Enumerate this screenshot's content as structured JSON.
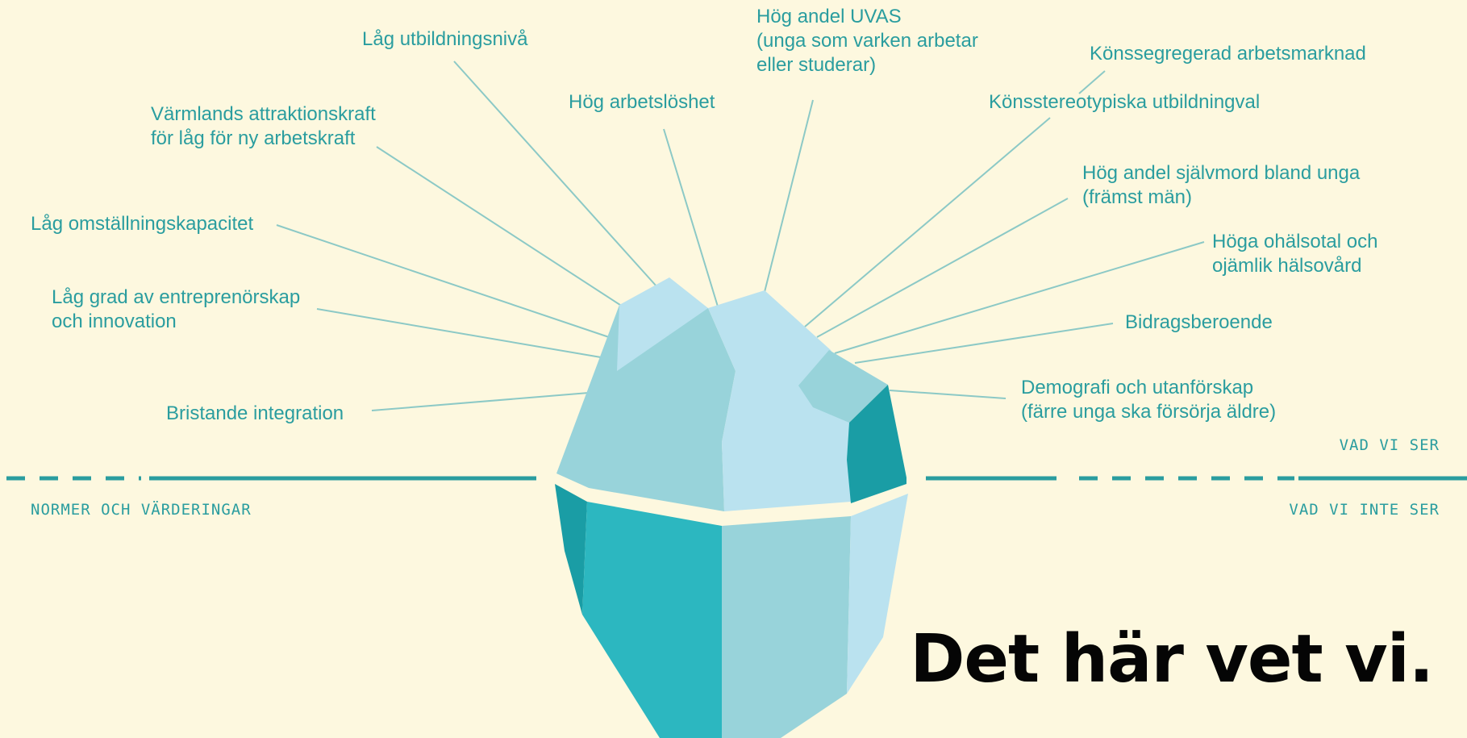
{
  "colors": {
    "background": "#fdf8df",
    "text": "#2a9d9f",
    "leader": "#8cc9c6",
    "waterline": "#2a9d9f",
    "ice_light": "#bae2ef",
    "ice_mid": "#98d3da",
    "ice_teal": "#2cb7c0",
    "ice_dark": "#1a9da5",
    "headline": "#050505"
  },
  "labels": {
    "lag_utbildningsniva": [
      "Låg utbildningsnivå"
    ],
    "hog_andel_uvas": [
      "Hög andel UVAS",
      "(unga som varken arbetar",
      "eller studerar)"
    ],
    "konssegregerad": [
      "Könssegregerad arbetsmarknad"
    ],
    "hog_arbetsloshet": [
      "Hög arbetslöshet"
    ],
    "konsstereotypiska": [
      "Könsstereotypiska utbildningval"
    ],
    "varmlands_attraktionskraft": [
      "Värmlands attraktionskraft",
      "för låg för ny arbetskraft"
    ],
    "hog_andel_sjalvmord": [
      "Hög andel självmord bland unga",
      "(främst män)"
    ],
    "lag_omstallningskapacitet": [
      "Låg omställningskapacitet"
    ],
    "hoga_ohalsotal": [
      "Höga ohälsotal och",
      "ojämlik hälsovård"
    ],
    "lag_grad_entreprenorskap": [
      "Låg grad av entreprenörskap",
      "och innovation"
    ],
    "bidragsberoende": [
      "Bidragsberoende"
    ],
    "demografi": [
      "Demografi och utanförskap",
      "(färre unga ska försörja äldre)"
    ],
    "bristande_integration": [
      "Bristande integration"
    ]
  },
  "zones": {
    "visible": "VAD VI SER",
    "hidden": "VAD VI INTE SER",
    "norms": "NORMER OCH VÄRDERINGAR"
  },
  "headline": "Det här vet vi."
}
